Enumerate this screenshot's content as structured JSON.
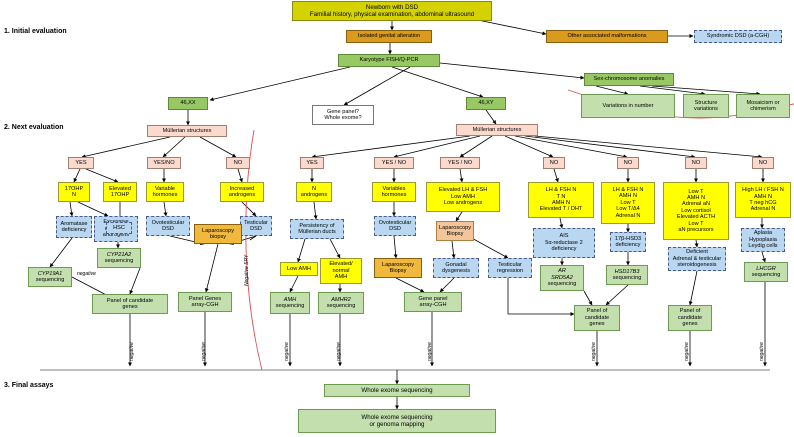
{
  "sections": {
    "initial": "1. Initial evaluation",
    "next": "2. Next evaluation",
    "final": "3. Final assays"
  },
  "nodes": {
    "newborn": "Newborn with DSD\nFamilial history, physical examination, abdominal ultrasound",
    "isolated": "Isolated genital alteration",
    "other": "Other associated malformations",
    "syndromic": "Syndromic DSD (a-CGH)",
    "karyotype": "Karyotype FISH/Q-PCR",
    "sexchrom": "Sex-chromosome anomalies",
    "var_number": "Variations in number",
    "struct_var": "Structure\nvariations",
    "mosaicism": "Mosaicism or\nchimerism",
    "xx": "46,XX",
    "xy": "46,XY",
    "genepanel_q": "Gene panel?\nWhole exome?",
    "mul_xx": "Müllerian structures",
    "mul_xy": "Müllerian structures",
    "xx_yes": "YES",
    "xx_yesno": "YES/NO",
    "xx_no": "NO",
    "xy_yes": "YES",
    "xy_yesno1": "YES / NO",
    "xy_yesno2": "YES / NO",
    "xy_no1": "NO",
    "xy_no2": "NO",
    "xy_no3": "NO",
    "xy_no4": "NO",
    "ohp17": "17OHP\nN",
    "elev17": "Elevated\n17OHP",
    "varhorm1": "Variable\nhormones",
    "incandro": "Increased\nandrogens",
    "nandro": "N\nandrogens",
    "varhorm2": "Variables\nhormones",
    "elevlh": "Elevated LH & FSH\nLow AMH\nLow androgens",
    "lhfsh1": "LH & FSH N\nT N\nAMH N\nElevated T / DHT",
    "lhfsh2": "LH & FSH N\nAMH N\nLow T\nLow T/Δ4\nAdrenal N",
    "lowt": "Low T\nAMH N\nAdrenal aN\nLow cortisol\nElevated ACTH\nLow T\naN precursors",
    "highlh": "High LH / FSH N\nAMH N\nT neg hCG\nAdrenal N",
    "aromatase": "Aromatase\ndeficiency",
    "excessive": "Excessive\nmaternal\nandrogens",
    "hsc": "HSC",
    "ovotest1": "Ovotesticular\nDSD",
    "testdsd": "Testicular\nDSD",
    "persist": "Persistency of\nMüllerian ducts",
    "ovotest2": "Ovotesticular\nDSD",
    "lapbiop1": "Laparoscopy\nBiopsy",
    "ais": "AIS\n5α-reductase 2\ndeficiency",
    "hsd3": "17β-HSD3\ndeficiency",
    "deficient": "Deficient\nAdrenal & testicular\nsteroidogenesis",
    "aplasia": "Aplasia\nHypoplasia\nLeydig cells",
    "cyp19": "CYP19A1\nsequencing",
    "cyp21": "CYP21A2\nsequencing",
    "laposc_xx": "Laparoscopy\nbiopsy",
    "lowamh": "Low AMH",
    "elevamh": "Elevated/\nnormal\nAMH",
    "laposc_xy": "Laparoscopy\nBiopsy",
    "gonadal": "Gonadal\ndysgenesis",
    "testreg": "Testicular\nregression",
    "ar": "AR\nSRD5A2\nsequencing",
    "hsd17": "HSD17B3\nsequencing",
    "lhcgr": "LHCGR\nsequencing",
    "panel_xx": "Panel of candidate\ngenes",
    "panelgenes": "Panel Genes\narray-CGH",
    "amh": "AMH\nsequencing",
    "amhr2": "AMHR2\nsequencing",
    "genepanel_xy": "Gene panel\narray-CGH",
    "panel_xy1": "Panel of\ncandidate\ngenes",
    "panel_xy2": "Panel of\ncandidate\ngenes",
    "wes": "Whole exome sequencing",
    "wgs": "Whole exome sequencing\nor genoma mapping"
  },
  "edge_labels": {
    "negative": "negative",
    "neg_sry": "Negative SRY"
  },
  "colors": {
    "yellow": "#ffff00",
    "olive": "#d4d200",
    "orange": "#d99a1e",
    "green": "#98c864",
    "light_green": "#c4dfae",
    "pink": "#fbd9cd",
    "blue_dashed": "#b9d7f1",
    "red_line": "#e05050"
  }
}
